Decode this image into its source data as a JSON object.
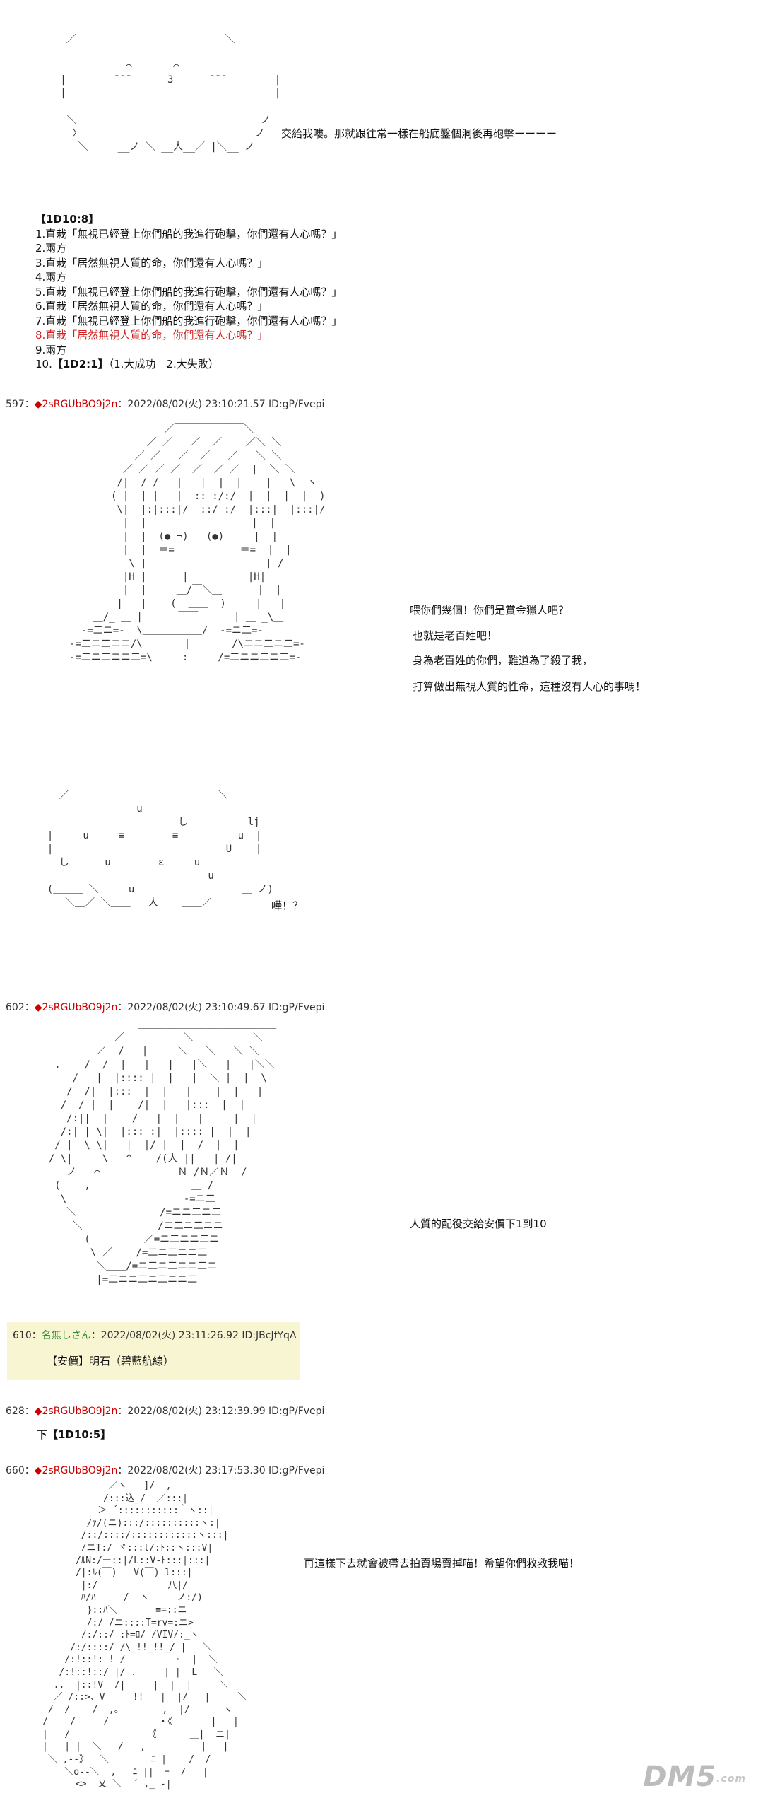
{
  "aa_face_1": "                ＿＿\n    ／                         ＼\n\n              ⌒       ⌒\n   |        ¯¯¯      3      ¯¯¯        |\n   |                                   |\n\n    ＼                               ノ\n     〉                             ノ\n      ＼＿＿＿__ノ ＼ __人__／ |＼__ ノ",
  "dialog_1": "交給我嘍。那就跟往常一樣在船底鑿個洞後再砲擊ーーーー",
  "choices": {
    "header": "【1D10:8】",
    "items": [
      "1.直栽「無視已經登上你們船的我進行砲擊，你們還有人心嗎？」",
      "2.兩方",
      "3.直栽「居然無視人質的命，你們還有人心嗎？」",
      "4.兩方",
      "5.直栽「無視已經登上你們船的我進行砲擊，你們還有人心嗎？」",
      "6.直栽「居然無視人質的命，你們還有人心嗎？」",
      "7.直栽「無視已經登上你們船的我進行砲擊，你們還有人心嗎？」",
      "8.直栽「居然無視人質的命，你們還有人心嗎？」",
      "9.兩方"
    ],
    "last_prefix": "10.",
    "last_dice": "【1D2:1】",
    "last_suffix": "（1.大成功　2.大失敗）"
  },
  "post_597": {
    "num": "597：",
    "diamond": "◆",
    "trip": "2sRGUbBO9j2n",
    "meta": "：2022/08/02(火) 23:10:21.57 ID:gP/Fvepi"
  },
  "aa_man_1": "                ／￣￣￣￣￣￣￣＼\n             ／ ／   ／  ／    ／＼ ＼\n           ／ ／   ／  ／   ／   ＼ ＼\n         ／ ／ ／ ／  ／  ／ ／  |  ＼ ＼\n        /|  / /   |   |  |  |    |   \\  ヽ\n       ( |  | |   |  :: :/:/  |  |  |  |  )\n        \\|  |:|:::|/  ::/ :/  |:::|  |:::|/\n         |  |  ＿＿     ＿＿    |  |\n         |  |  (● ¬)   (●)     |  |\n         |  |  ＝=           ＝=  |  |\n          \\ |                    | /\n         |H |      |          |H|\n         |  |     ＿/￣＼＿      |  |\n       _|   |    (  ＿＿  )     |   |_\n    ＿/_ ＿ |      ￣￣      | ＿ _\\＿\n  -=二ニ=-  \\＿＿＿＿＿＿/  -=ニ二=-\n-=二ニ二ニニ/\\       |       /\\ニニ二ニ二=-\n-=二ニ二ニニ二=\\     :     /=二ニニ二ニ二=-",
  "dialog_597": [
    "喂你們幾個！你們是賞金獵人吧？",
    "也就是老百姓吧！",
    "身為老百姓的你們，難道為了殺了我，",
    "打算做出無視人質的性命，這種沒有人心的事嗎！"
  ],
  "aa_face_2": "                ＿＿\n    ／                         ＼\n                 u\n                        し          lj\n  |     u     ≡        ≡          u  |\n  |                             U    |\n    し      u        ε     u\n                             u\n  (＿＿＿ ＼     u                  ＿ ノ)\n     ＼＿／ ＼＿＿   人    ＿＿／",
  "dialog_2": "嘩！？",
  "post_602": {
    "num": "602：",
    "diamond": "◆",
    "trip": "2sRGUbBO9j2n",
    "meta": "：2022/08/02(火) 23:10:49.67 ID:gP/Fvepi"
  },
  "aa_man_2": "                 ＿＿＿＿＿＿＿＿＿＿＿＿＿＿\n             ／          ＼          ＼\n          ／  /   |     ＼   ＼   ＼ ＼\n   .    /  /  |   |   |   |＼   |   |＼＼\n      /   |  |:::: |  |   |  ＼ |  |  \\\n     /  /|  |:::  |  |   |    |  |   |\n    /  / |  |    /|  |   |:::  |  |\n     /:||  |    /   |  |   |     |  |\n    /:| | \\|  |::: :|  |:::: |  |  |\n   / |  \\ \\|   |  |/ |  |  /  |  |\n  / \\|     \\   ^    /(人 ||   | /|\n     ノ   ⌒             Ｎ /Ｎ／Ｎ  /\n   (    ,                 ＿ /\n    \\                  ＿-=ニ二\n     ＼              /=ニニ二ニ二\n      ＼ ＿          /ニ二ニ二ニニ\n        (         ／=ニ二ニニ二ニ\n         \\ ／    /=二ニ二ニニ二\n          ＼＿＿/=ニ二ニ二ニニ二ニ\n          |=二ニニ二ニ二ニニ二",
  "dialog_602": "人質的配役交給安價下1到10",
  "post_610": {
    "num": "610：",
    "name": "名無しさん",
    "meta": "：2022/08/02(火) 23:11:26.92 ID:JBcJfYqA",
    "body": "【安價】明石（碧藍航線）"
  },
  "post_628": {
    "num": "628：",
    "diamond": "◆",
    "trip": "2sRGUbBO9j2n",
    "meta": "：2022/08/02(火) 23:12:39.99 ID:gP/Fvepi",
    "body": "下【1D10:5】"
  },
  "post_660": {
    "num": "660：",
    "diamond": "◆",
    "trip": "2sRGUbBO9j2n",
    "meta": "：2022/08/02(火) 23:17:53.30 ID:gP/Fvepi"
  },
  "aa_girl": "            ／ヽ   ]/  ,\n           /:::込_/  ／:::|\n          ＞ ´:::::::::::｀ヽ::|\n        /ｧ/(ニ):::/::::::::::ヽ:|\n       /::/::::/::::::::::::ヽ:::|\n       /ニT:/ ヾ:::l/:ﾄ::ヽ:::V|\n      /ﾙN:/ー::|/L::V-ﾄ:::|:::|\n      /|:ﾙ(￣)   V(￣) l:::|\n       |:/     ＿      八|/\n       ﾊ/ﾊ     /  ヽ     ノ:/)\n        }::ﾊ＼＿＿ ＿ ≡=::ニ\n        /:/ /ニ::::T=rv=:ニ>\n       /:/::/ :ﾄ=ﾛ/ /VIV/:_ヽ\n     /:/::::/ /\\_!!_!!_/ |   ＼\n    /:!::!: ! /         ·  |  ＼\n   /:!::!::/ |/ .     | |  L   ＼\n  ..  |::!V  /|     |  |  |     ＼\n  ／ /::>、V     !!   |  |/   |     ＼\n /  /    /  ,。       ,  |/      ヽ\n/    /     /         ・《       |   |\n|   /              《      ＿|  ニ|\n|   | |  ＼   /   ,          |   |\n ＼ ,--》  ＼     ＿ ﾆ |    /  /\n    ＼o--＼  ,   ﾆ ||  ｰ  /   |\n      <>  乂 ＼  ´ ,_ -|",
  "dialog_660": "再這樣下去就會被帶去拍賣場賣掉喵！希望你們救救我喵！",
  "logo_text": "DM5",
  "logo_suffix": ".com"
}
